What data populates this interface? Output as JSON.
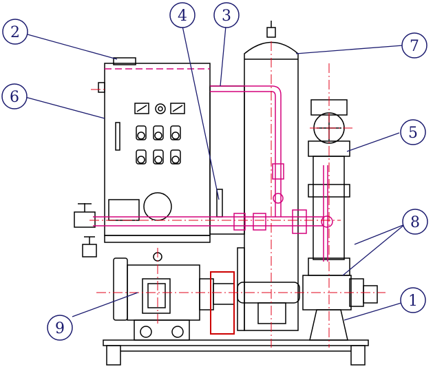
{
  "callouts": [
    {
      "id": "c1",
      "label": "1"
    },
    {
      "id": "c2",
      "label": "2"
    },
    {
      "id": "c3",
      "label": "3"
    },
    {
      "id": "c4",
      "label": "4"
    },
    {
      "id": "c5",
      "label": "5"
    },
    {
      "id": "c6",
      "label": "6"
    },
    {
      "id": "c7",
      "label": "7"
    },
    {
      "id": "c8",
      "label": "8"
    },
    {
      "id": "c9",
      "label": "9"
    }
  ],
  "colors": {
    "outline": "#000000",
    "callout": "#1a1a6e",
    "centerline": "#e2001a",
    "pipe": "#d4007a",
    "frame": "#cc0000"
  }
}
